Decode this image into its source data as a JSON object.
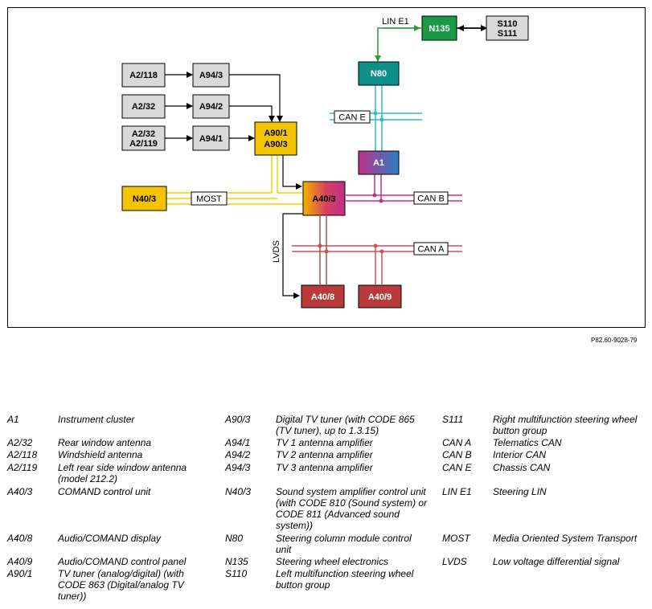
{
  "diagram": {
    "nodes": {
      "n135": "N135",
      "s110_s111_line1": "S110",
      "s110_s111_line2": "S111",
      "n80": "N80",
      "a1": "A1",
      "a2_118": "A2/118",
      "a2_32": "A2/32",
      "a2_32_a2_119_line1": "A2/32",
      "a2_32_a2_119_line2": "A2/119",
      "a94_3": "A94/3",
      "a94_2": "A94/2",
      "a94_1": "A94/1",
      "a90_line1": "A90/1",
      "a90_line2": "A90/3",
      "n40_3": "N40/3",
      "a40_3": "A40/3",
      "a40_8": "A40/8",
      "a40_9": "A40/9"
    },
    "bus_labels": {
      "lin_e1": "LIN E1",
      "can_e": "CAN E",
      "can_b": "CAN B",
      "can_a": "CAN A",
      "most": "MOST",
      "lvds": "LVDS"
    },
    "colors": {
      "gray_box": "#d9d9d9",
      "yellow": "#f5c400",
      "green_n135": "#1a9a46",
      "teal_n80": "#0f8f8a",
      "red_box": "#b83a3a",
      "can_b_line": "#c0308a",
      "can_a_line": "#d05050",
      "can_e_line": "#30b8c8",
      "lin_line": "#2a9a3a",
      "most_line": "#f5d000"
    }
  },
  "reference": "P82.60-9028-79",
  "legend": [
    {
      "code": "A1",
      "desc": "Instrument cluster"
    },
    {
      "code": "A2/32",
      "desc": "Rear window antenna"
    },
    {
      "code": "A2/118",
      "desc": "Windshield antenna"
    },
    {
      "code": "A2/119",
      "desc": "Left rear side window antenna (model 212.2)"
    },
    {
      "code": "A40/3",
      "desc": "COMAND control unit"
    },
    {
      "code": "A40/8",
      "desc": "Audio/COMAND display"
    },
    {
      "code": "A40/9",
      "desc": "Audio/COMAND control panel"
    },
    {
      "code": "A90/1",
      "desc": "TV tuner (analog/digital) (with CODE 863 (Digital/analog TV tuner))"
    },
    {
      "code": "A90/3",
      "desc": "Digital TV tuner (with CODE 865 (TV tuner), up to 1.3.15)"
    },
    {
      "code": "A94/1",
      "desc": "TV 1 antenna amplifier"
    },
    {
      "code": "A94/2",
      "desc": "TV 2 antenna amplifier"
    },
    {
      "code": "A94/3",
      "desc": "TV 3 antenna amplifier"
    },
    {
      "code": "N40/3",
      "desc": "Sound system amplifier control unit (with CODE 810 (Sound system) or CODE 811 (Advanced sound system))"
    },
    {
      "code": "N80",
      "desc": "Steering column module control unit"
    },
    {
      "code": "N135",
      "desc": "Steering wheel electronics"
    },
    {
      "code": "S110",
      "desc": "Left multifunction steering wheel button group"
    },
    {
      "code": "S111",
      "desc": "Right multifunction steering wheel button group"
    },
    {
      "code": "CAN A",
      "desc": "Telematics CAN"
    },
    {
      "code": "CAN B",
      "desc": "Interior CAN"
    },
    {
      "code": "CAN E",
      "desc": "Chassis CAN"
    },
    {
      "code": "LIN E1",
      "desc": "Steering LIN"
    },
    {
      "code": "MOST",
      "desc": "Media Oriented System Transport"
    },
    {
      "code": "LVDS",
      "desc": "Low voltage differential signal"
    }
  ]
}
